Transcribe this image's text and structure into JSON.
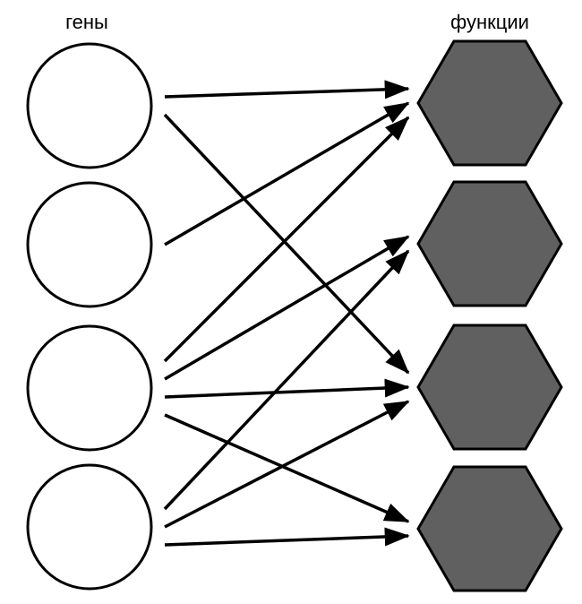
{
  "labels": {
    "genes": "гены",
    "functions": "функции"
  },
  "colors": {
    "gene_fill": "#ffffff",
    "function_fill": "#606060",
    "stroke": "#000000"
  },
  "genes": [
    {
      "id": "gene-1"
    },
    {
      "id": "gene-2"
    },
    {
      "id": "gene-3"
    },
    {
      "id": "gene-4"
    }
  ],
  "functions": [
    {
      "id": "function-1"
    },
    {
      "id": "function-2"
    },
    {
      "id": "function-3"
    },
    {
      "id": "function-4"
    }
  ],
  "edges": [
    {
      "from": 0,
      "to": 0
    },
    {
      "from": 0,
      "to": 2
    },
    {
      "from": 1,
      "to": 0
    },
    {
      "from": 2,
      "to": 0
    },
    {
      "from": 2,
      "to": 1
    },
    {
      "from": 2,
      "to": 2
    },
    {
      "from": 2,
      "to": 3
    },
    {
      "from": 3,
      "to": 1
    },
    {
      "from": 3,
      "to": 2
    },
    {
      "from": 3,
      "to": 3
    }
  ]
}
